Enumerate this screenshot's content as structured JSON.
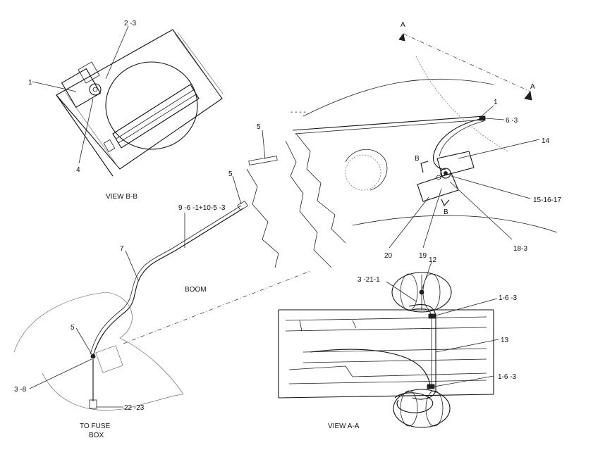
{
  "callouts": {
    "c_2_3": "2 -3",
    "c_1_top": "1",
    "c_4": "4",
    "view_bb": "VIEW  B-B",
    "c_5_a": "5",
    "c_5_b": "5",
    "c_9": "9 -6 -1+10-5 -3",
    "c_7": "7",
    "boom": "BOOM",
    "c_5_c": "5",
    "c_3_8": "3 -8",
    "c_22_23": "22 -23",
    "to_fuse_box_1": "TO  FUSE",
    "to_fuse_box_2": "BOX",
    "sec_a_left": "A",
    "sec_a_right": "A",
    "c_1_right": "1",
    "c_6_3": "6 -3",
    "c_14": "14",
    "sec_b_top": "B",
    "sec_b_bottom": "B",
    "c_15": "15-16-17",
    "c_20": "20",
    "c_19": "19",
    "c_18_3": "18-3",
    "c_3_21_1": "3 -21-1",
    "c_12": "12",
    "c_1_6_3_a": "1-6 -3",
    "c_13": "13",
    "c_1_6_3_b": "1-6 -3",
    "view_aa": "VIEW  A-A"
  }
}
